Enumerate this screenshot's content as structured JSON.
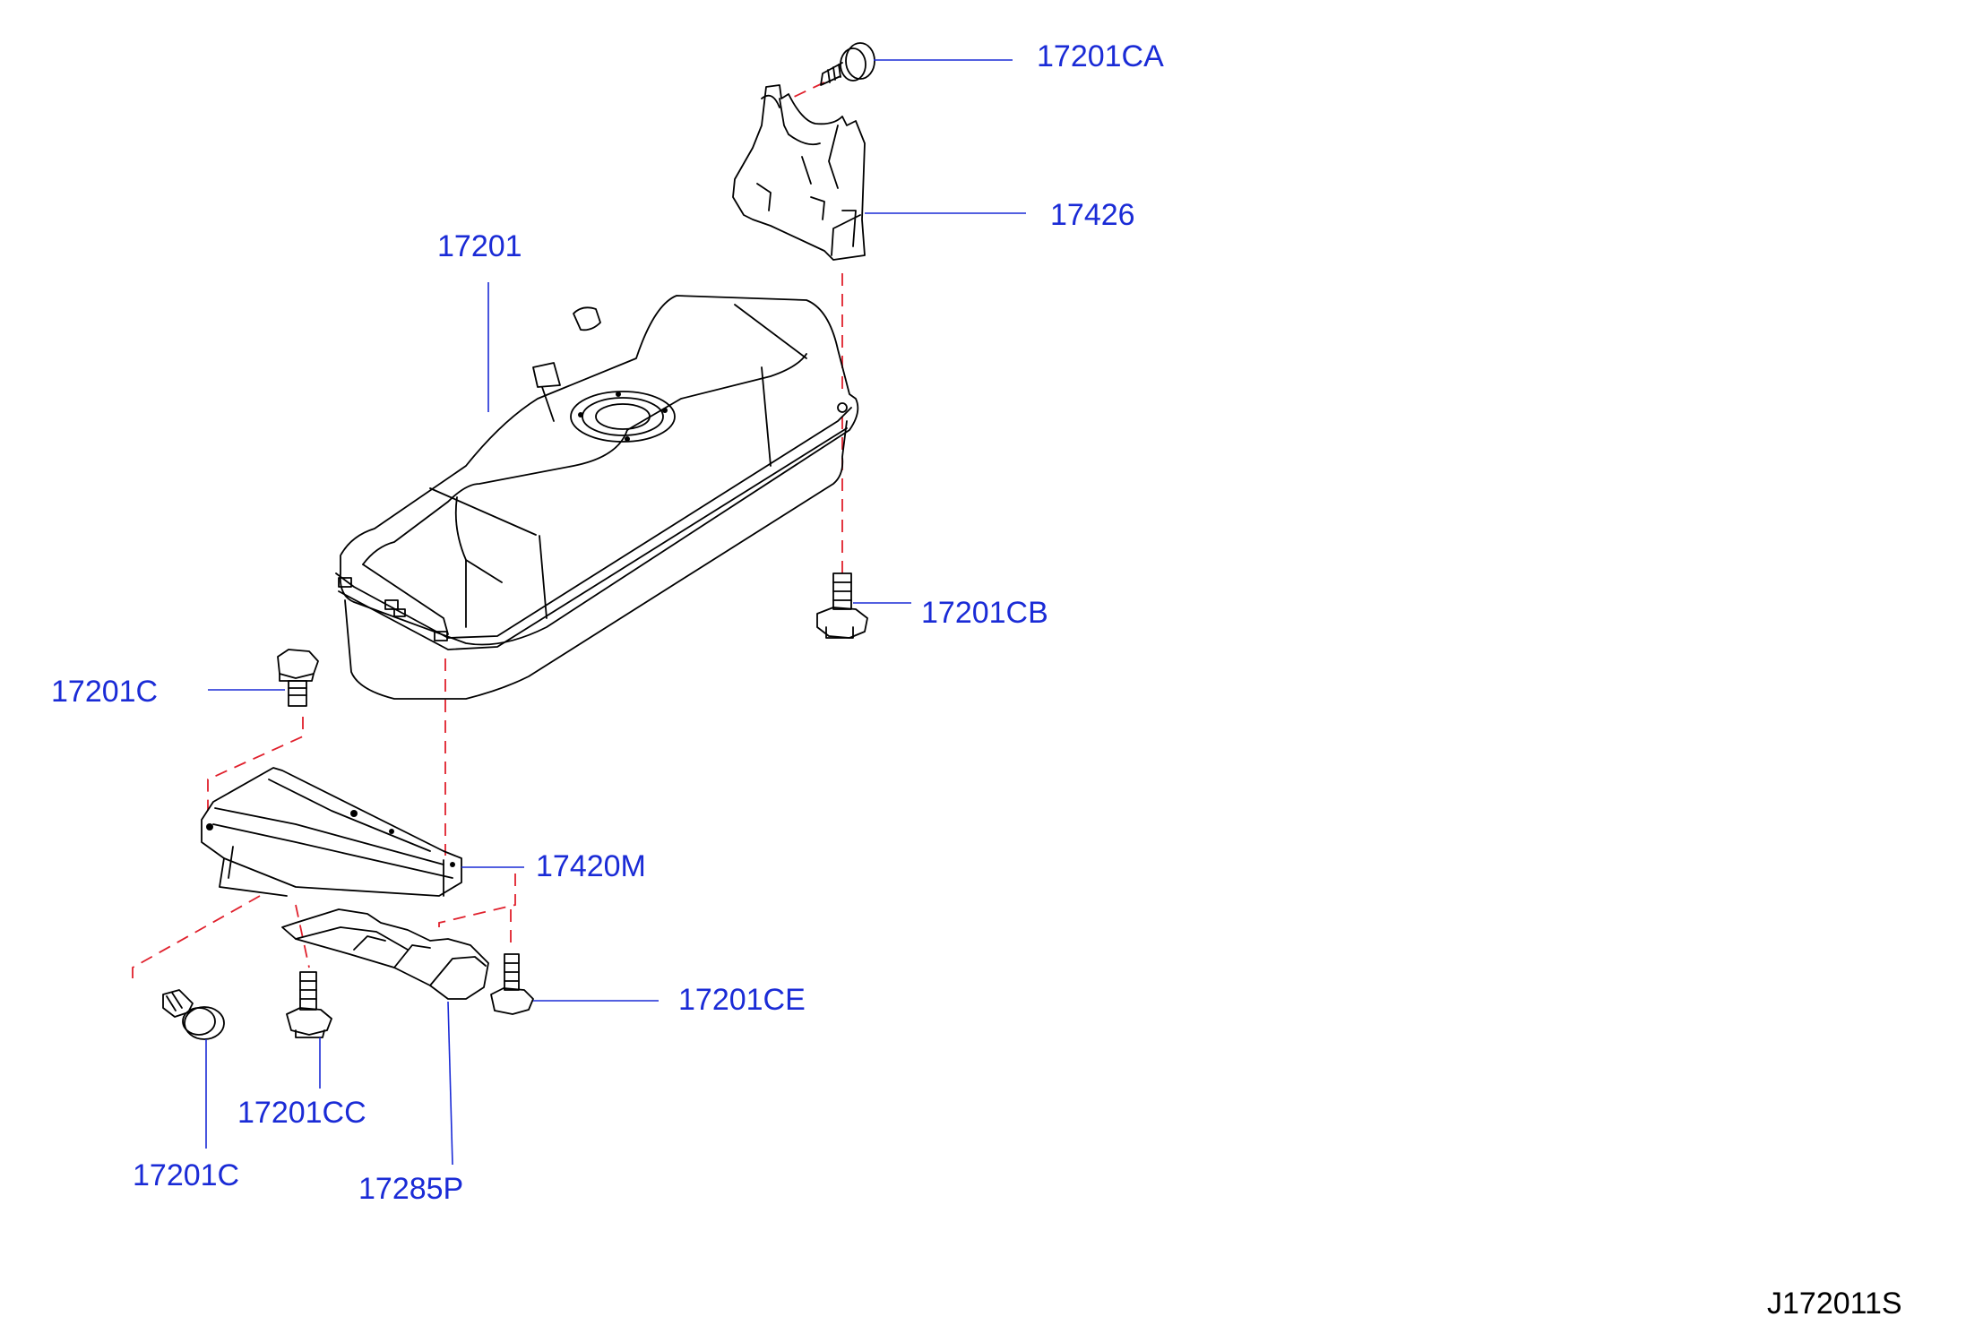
{
  "diagram": {
    "colors": {
      "label": "#1a2bd6",
      "leader": "#1a2bd6",
      "assembly_dash": "#e0202c",
      "part_line": "#000000",
      "background": "#ffffff"
    },
    "callouts": {
      "c_17201CA": "17201CA",
      "c_17426": "17426",
      "c_17201": "17201",
      "c_17201CB": "17201CB",
      "c_17201C_upper": "17201C",
      "c_17420M": "17420M",
      "c_17201CE": "17201CE",
      "c_17201CC": "17201CC",
      "c_17201C_lower": "17201C",
      "c_17285P": "17285P"
    },
    "drawing_code": "J172011S"
  }
}
